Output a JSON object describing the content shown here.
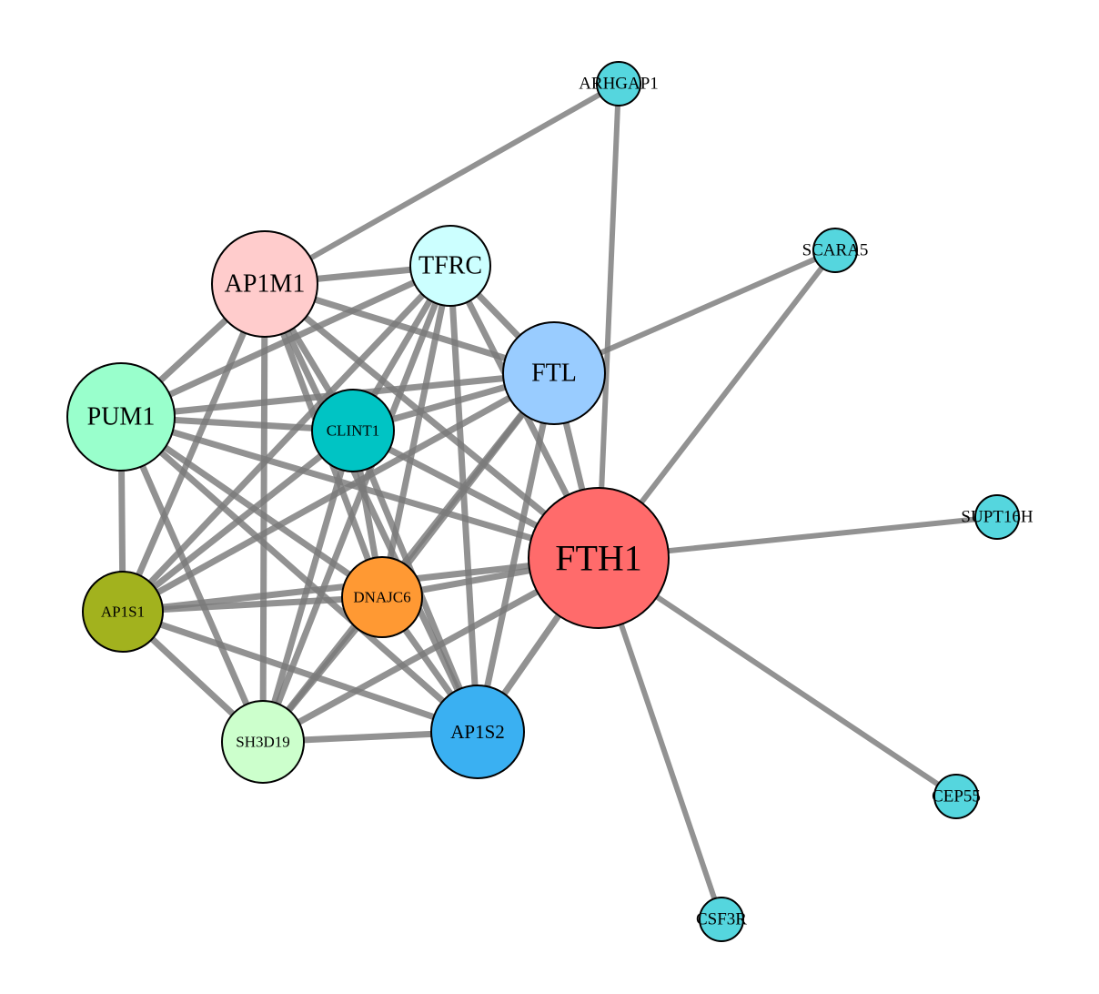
{
  "title": "",
  "nodes": [
    {
      "id": "FTH1",
      "label": "FTH1",
      "color": "#ff6b6b"
    },
    {
      "id": "FTL",
      "label": "FTL",
      "color": "#99ccff"
    },
    {
      "id": "TFRC",
      "label": "TFRC",
      "color": "#ccffff"
    },
    {
      "id": "AP1M1",
      "label": "AP1M1",
      "color": "#ffcccc"
    },
    {
      "id": "PUM1",
      "label": "PUM1",
      "color": "#99ffcc"
    },
    {
      "id": "CLINT1",
      "label": "CLINT1",
      "color": "#00c4c4"
    },
    {
      "id": "AP1S1",
      "label": "AP1S1",
      "color": "#a2b21e"
    },
    {
      "id": "DNAJC6",
      "label": "DNAJC6",
      "color": "#ff9933"
    },
    {
      "id": "SH3D19",
      "label": "SH3D19",
      "color": "#ccffcc"
    },
    {
      "id": "AP1S2",
      "label": "AP1S2",
      "color": "#3ab0f2"
    },
    {
      "id": "ARHGAP1",
      "label": "ARHGAP1",
      "color": "#55d6de"
    },
    {
      "id": "SCARA5",
      "label": "SCARA5",
      "color": "#55d6de"
    },
    {
      "id": "SUPT16H",
      "label": "SUPT16H",
      "color": "#55d6de"
    },
    {
      "id": "CEP55",
      "label": "CEP55",
      "color": "#55d6de"
    },
    {
      "id": "CSF3R",
      "label": "CSF3R",
      "color": "#55d6de"
    }
  ],
  "edges": [
    [
      "ARHGAP1",
      "AP1M1"
    ],
    [
      "ARHGAP1",
      "FTH1"
    ],
    [
      "SCARA5",
      "FTL"
    ],
    [
      "SCARA5",
      "FTH1"
    ],
    [
      "SUPT16H",
      "FTH1"
    ],
    [
      "CEP55",
      "FTH1"
    ],
    [
      "CSF3R",
      "FTH1"
    ],
    [
      "AP1M1",
      "TFRC"
    ],
    [
      "AP1M1",
      "FTL"
    ],
    [
      "AP1M1",
      "PUM1"
    ],
    [
      "AP1M1",
      "CLINT1"
    ],
    [
      "AP1M1",
      "AP1S1"
    ],
    [
      "AP1M1",
      "DNAJC6"
    ],
    [
      "AP1M1",
      "SH3D19"
    ],
    [
      "AP1M1",
      "AP1S2"
    ],
    [
      "AP1M1",
      "FTH1"
    ],
    [
      "TFRC",
      "FTL"
    ],
    [
      "TFRC",
      "PUM1"
    ],
    [
      "TFRC",
      "CLINT1"
    ],
    [
      "TFRC",
      "AP1S1"
    ],
    [
      "TFRC",
      "DNAJC6"
    ],
    [
      "TFRC",
      "SH3D19"
    ],
    [
      "TFRC",
      "AP1S2"
    ],
    [
      "TFRC",
      "FTH1"
    ],
    [
      "FTL",
      "PUM1"
    ],
    [
      "FTL",
      "CLINT1"
    ],
    [
      "FTL",
      "AP1S1"
    ],
    [
      "FTL",
      "DNAJC6"
    ],
    [
      "FTL",
      "SH3D19"
    ],
    [
      "FTL",
      "AP1S2"
    ],
    [
      "FTL",
      "FTH1"
    ],
    [
      "PUM1",
      "CLINT1"
    ],
    [
      "PUM1",
      "AP1S1"
    ],
    [
      "PUM1",
      "DNAJC6"
    ],
    [
      "PUM1",
      "SH3D19"
    ],
    [
      "PUM1",
      "AP1S2"
    ],
    [
      "PUM1",
      "FTH1"
    ],
    [
      "CLINT1",
      "AP1S1"
    ],
    [
      "CLINT1",
      "DNAJC6"
    ],
    [
      "CLINT1",
      "SH3D19"
    ],
    [
      "CLINT1",
      "AP1S2"
    ],
    [
      "CLINT1",
      "FTH1"
    ],
    [
      "AP1S1",
      "DNAJC6"
    ],
    [
      "AP1S1",
      "SH3D19"
    ],
    [
      "AP1S1",
      "AP1S2"
    ],
    [
      "AP1S1",
      "FTH1"
    ],
    [
      "DNAJC6",
      "SH3D19"
    ],
    [
      "DNAJC6",
      "AP1S2"
    ],
    [
      "DNAJC6",
      "FTH1"
    ],
    [
      "SH3D19",
      "AP1S2"
    ],
    [
      "SH3D19",
      "FTH1"
    ],
    [
      "AP1S2",
      "FTH1"
    ]
  ]
}
